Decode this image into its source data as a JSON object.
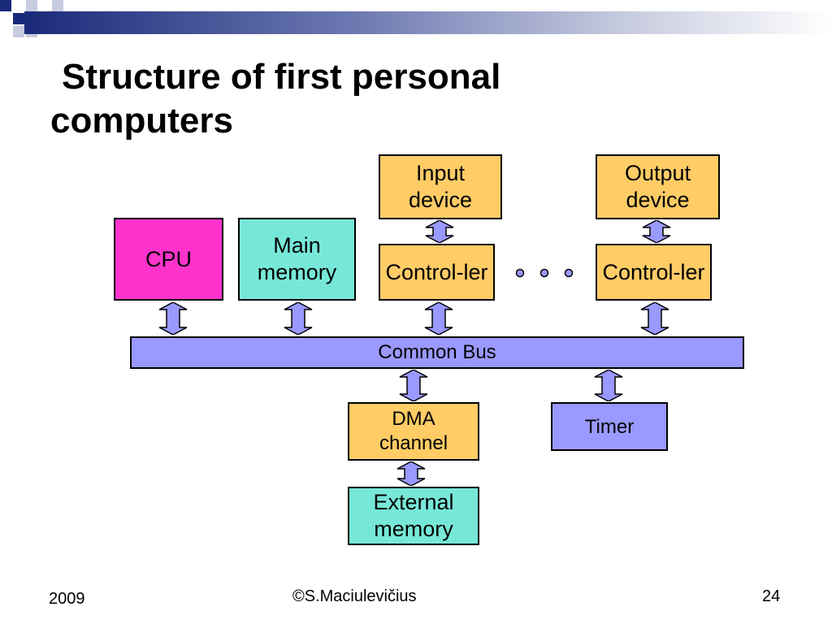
{
  "slide": {
    "title_line1": "Structure of first personal",
    "title_line2": "computers"
  },
  "diagram": {
    "input_device": "Input device",
    "output_device": "Output device",
    "cpu": "CPU",
    "main_memory": "Main memory",
    "controller_left": "Control-ler",
    "controller_right": "Control-ler",
    "common_bus": "Common Bus",
    "dma_channel": "DMA channel",
    "timer": "Timer",
    "external_memory": "External memory"
  },
  "footer": {
    "year": "2009",
    "copyright": "©S.Maciulevičius",
    "page_number": "24"
  },
  "colors": {
    "device_fill": "#ffcc66",
    "cpu_fill": "#ff33cc",
    "memory_fill": "#77e8d8",
    "bus_fill": "#9999ff",
    "arrow_fill": "#9999ff"
  }
}
